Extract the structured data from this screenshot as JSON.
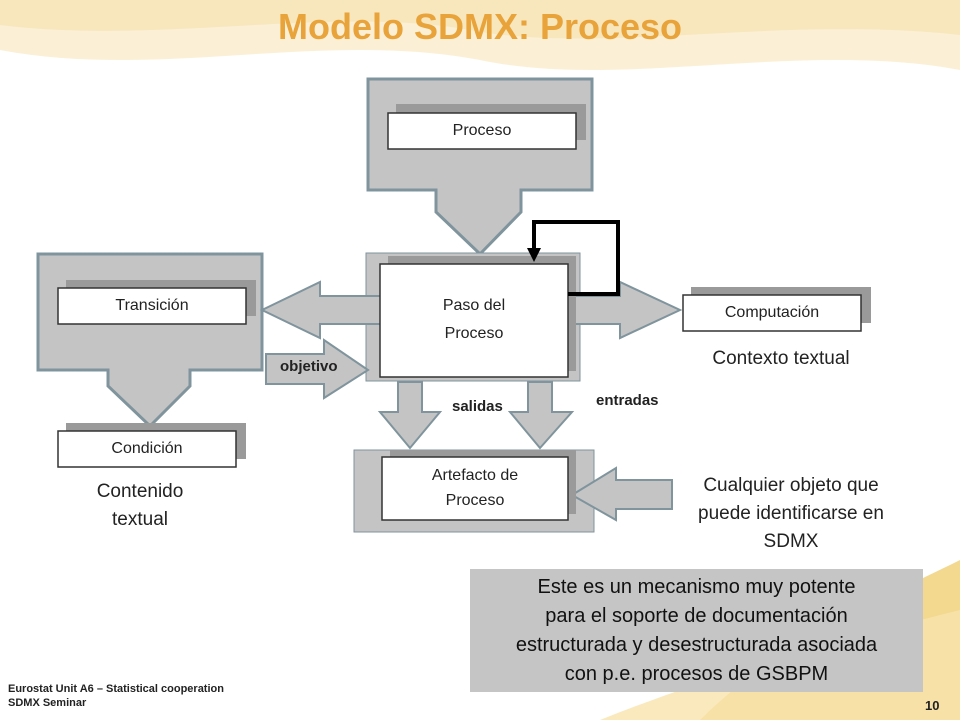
{
  "title": "Modelo SDMX: Proceso",
  "nodes": {
    "proceso": "Proceso",
    "paso_del_proceso_line1": "Paso del",
    "paso_del_proceso_line2": "Proceso",
    "transicion": "Transición",
    "computacion": "Computación",
    "condicion": "Condición",
    "artefacto_line1": "Artefacto de",
    "artefacto_line2": "Proceso"
  },
  "labels": {
    "objetivo": "objetivo",
    "salidas": "salidas",
    "entradas": "entradas",
    "contexto_textual": "Contexto textual",
    "contenido_textual_line1": "Contenido",
    "contenido_textual_line2": "textual",
    "cualquier_objeto_line1": "Cualquier objeto que",
    "cualquier_objeto_line2": "puede identificarse en",
    "cualquier_objeto_line3": "SDMX"
  },
  "note": {
    "line1": "Este es un mecanismo muy potente",
    "line2": "para el soporte de documentación",
    "line3": "estructurada y desestructurada asociada",
    "line4": "con p.e. procesos de GSBPM"
  },
  "footer": {
    "line1": "Eurostat Unit  A6 – Statistical cooperation",
    "line2": "SDMX Seminar",
    "page": "10"
  },
  "colors": {
    "title": "#e8a33a",
    "callout_fill": "#c4c4c4",
    "callout_stroke": "#7f949c",
    "note_fill": "#c5c5c5",
    "background_wave": "#f3d890"
  }
}
